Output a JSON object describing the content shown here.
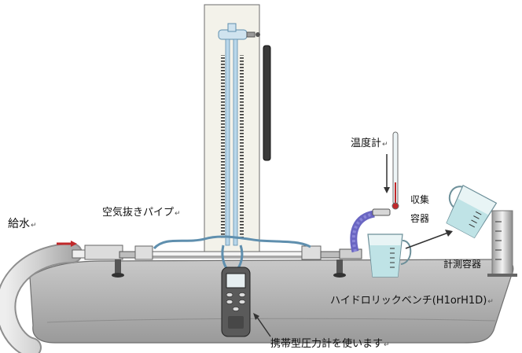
{
  "labels": {
    "water_supply": "給水",
    "air_vent_pipe": "空気抜きパイプ",
    "thermometer": "温度計",
    "collection_vessel_line1": "収集",
    "collection_vessel_line2": "容器",
    "measuring_vessel": "計測容器",
    "hydraulic_bench": "ハイドロリックベンチ(H1orH1D)",
    "portable_gauge_note": "携帯型圧力計を使います"
  },
  "return_mark": "↵",
  "colors": {
    "bench_top": "#b7b7b7",
    "bench_edge": "#6f6f6f",
    "panel_bg": "#f3f2ea",
    "tube_blue": "#b9d7ea",
    "tube_edge": "#5f8fae",
    "water": "#bfe3e6",
    "flex_hose": "#6a66c2",
    "supply_arrow": "#c0282a"
  },
  "icons": [
    "thermometer-icon",
    "pressure-gauge-icon",
    "supply-arrow-icon",
    "pointer-arrow-icon"
  ]
}
